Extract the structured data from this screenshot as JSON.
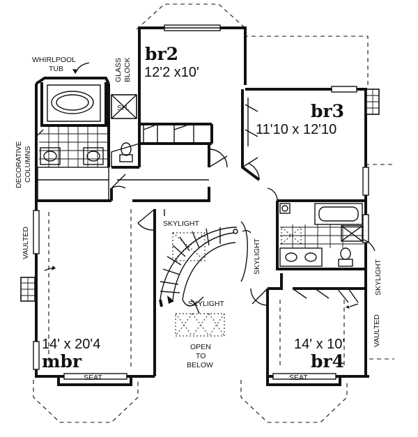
{
  "rooms": {
    "br2": {
      "name": "br2",
      "size": "12'2 x10'"
    },
    "br3": {
      "name": "br3",
      "size": "11'10 x 12'10"
    },
    "br4": {
      "name": "br4",
      "size": "14' x 10'"
    },
    "mbr": {
      "name": "mbr",
      "size": "14' x 20'4"
    }
  },
  "labels": {
    "whirlpool_line1": "WHIRLPOOL",
    "whirlpool_line2": "TUB",
    "glass_line1": "GLASS",
    "glass_line2": "BLOCK",
    "shower": "SH.",
    "decorative_line1": "DECORATIVE",
    "decorative_line2": "COLUMNS",
    "vaulted_left": "VAULTED",
    "vaulted_right": "VAULTED",
    "skylight_1": "SKYLIGHT",
    "skylight_2": "SKYLIGHT",
    "skylight_3": "SKYLIGHT",
    "skylight_4": "SKYLIGHT",
    "open_line1": "OPEN",
    "open_line2": "TO",
    "open_line3": "BELOW",
    "seat_left": "SEAT",
    "seat_right": "SEAT"
  }
}
